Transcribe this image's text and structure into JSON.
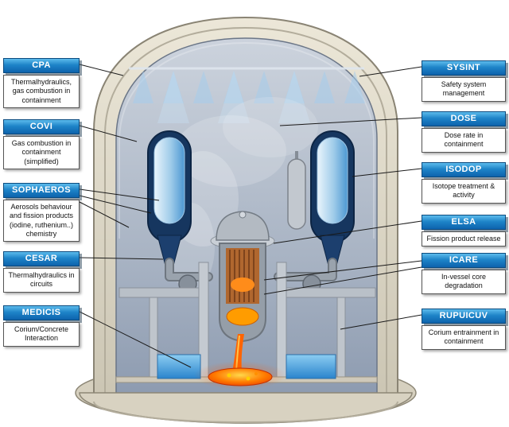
{
  "diagram_subject": "reactor-containment-cutaway",
  "modules": [
    {
      "name": "CPA",
      "description": "Thermalhydraulics, gas combustion in containment"
    },
    {
      "name": "COVI",
      "description": "Gas combustion in containment (simplified)"
    },
    {
      "name": "SOPHAEROS",
      "description": "Aerosols behaviour and fission products (iodine, ruthenium..) chemistry"
    },
    {
      "name": "CESAR",
      "description": "Thermalhydraulics in circuits"
    },
    {
      "name": "MEDICIS",
      "description": "Corium/Concrete Interaction"
    },
    {
      "name": "SYSINT",
      "description": "Safety system management"
    },
    {
      "name": "DOSE",
      "description": "Dose rate in containment"
    },
    {
      "name": "ISODOP",
      "description": "Isotope treatment & activity"
    },
    {
      "name": "ELSA",
      "description": "Fission product release"
    },
    {
      "name": "ICARE",
      "description": "In-vessel core degradation"
    },
    {
      "name": "RUPUICUV",
      "description": "Corium entrainment in containment"
    }
  ],
  "colors": {
    "label_header_top": "#5cbbec",
    "label_header_bottom": "#0d63ad",
    "shell_beige": "#ddd8c8",
    "interior_blue_gray": "#a9b4c4",
    "water_blue": "#3f9ede",
    "corium_orange": "#ff6400",
    "corium_red": "#ff3c00"
  }
}
